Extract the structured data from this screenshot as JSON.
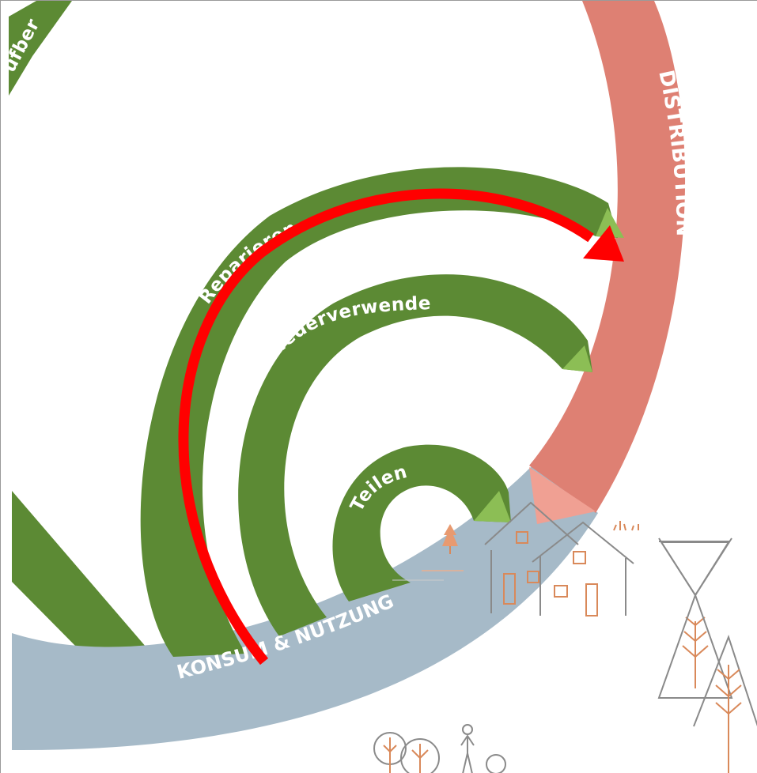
{
  "diagram": {
    "labels": {
      "distribution": "DISTRIBUTION",
      "konsum": "KONSUM & NUTZUNG",
      "reparieren": "Reparieren",
      "wiederverwenden": "Wiederverwenden",
      "teilen": "Teilen",
      "partial_top": "ufber"
    },
    "colors": {
      "green": "#5c8a34",
      "green_tip": "#8cbe55",
      "distribution": "#de8073",
      "distribution_tip": "#f0a093",
      "konsum": "#a6bac8",
      "highlight_arrow": "#ff0000"
    }
  }
}
